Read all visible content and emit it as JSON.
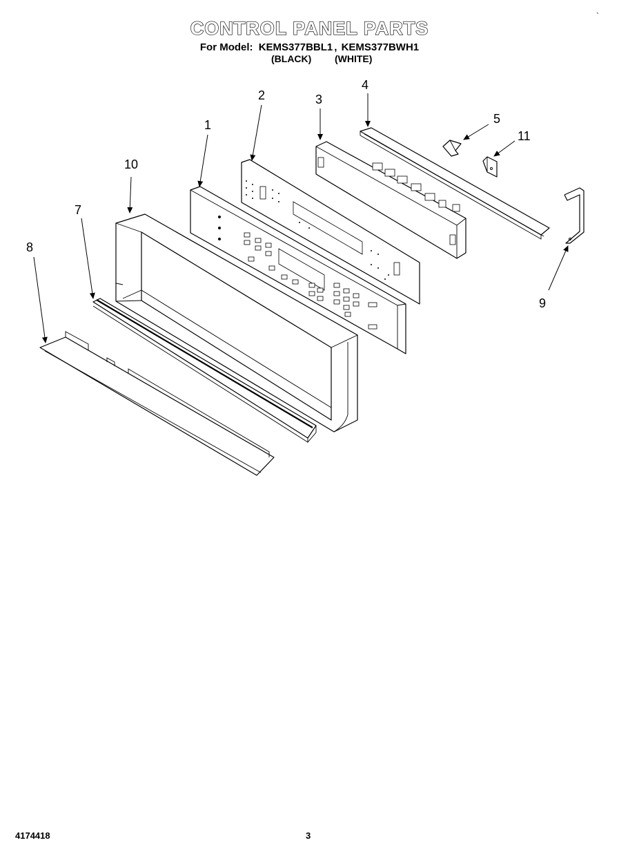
{
  "header": {
    "title": "CONTROL PANEL PARTS",
    "model_prefix": "For Model:",
    "models": [
      "KEMS377BBL1",
      "KEMS377BWH1"
    ],
    "colors": [
      "(BLACK)",
      "(WHITE)"
    ]
  },
  "callouts": [
    {
      "id": "c1",
      "label": "1"
    },
    {
      "id": "c2",
      "label": "2"
    },
    {
      "id": "c3",
      "label": "3"
    },
    {
      "id": "c4",
      "label": "4"
    },
    {
      "id": "c5",
      "label": "5"
    },
    {
      "id": "c7",
      "label": "7"
    },
    {
      "id": "c8",
      "label": "8"
    },
    {
      "id": "c9",
      "label": "9"
    },
    {
      "id": "c10",
      "label": "10"
    },
    {
      "id": "c11",
      "label": "11"
    }
  ],
  "footer": {
    "doc_number": "4174418",
    "page": "3"
  },
  "corner_mark": "`"
}
